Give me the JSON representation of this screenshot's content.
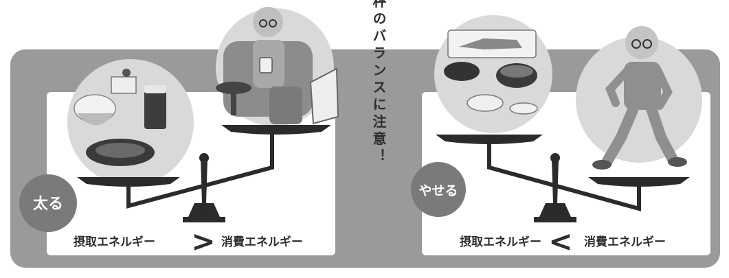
{
  "vertical_title": "天秤のバランスに注意！",
  "left_panel": {
    "badge": "太る",
    "left_term": "摂取エネルギー",
    "comparison": ">",
    "right_term": "消費エネルギー"
  },
  "right_panel": {
    "badge": "やせる",
    "left_term": "摂取エネルギー",
    "comparison": "<",
    "right_term": "消費エネルギー"
  },
  "colors": {
    "outer_frame": "#999999",
    "panel": "#ffffff",
    "badge": "#7a7a7a",
    "scale": "#2b2b2b",
    "bubble": "#d9d9d9",
    "text": "#2e2e2e"
  },
  "icons": [
    "food-plate-icon",
    "tv-watching-man-icon",
    "japanese-meal-icon",
    "walking-man-icon",
    "balance-scale-icon"
  ]
}
